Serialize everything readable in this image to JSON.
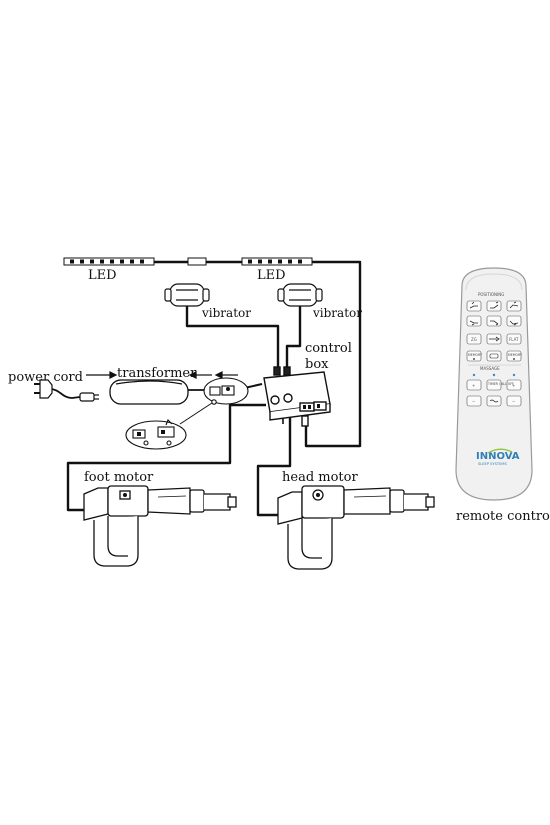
{
  "labels": {
    "led_left": "LED",
    "led_right": "LED",
    "vibrator_left": "vibrator",
    "vibrator_right": "vibrator",
    "control_line1": "control",
    "control_line2": "box",
    "power_cord": "power cord",
    "transformer": "transformer",
    "foot_motor": "foot motor",
    "head_motor": "head motor",
    "remote_control": "remote control"
  },
  "remote": {
    "positioning": "POSITIONING",
    "zg": "ZG",
    "flat": "FLAT",
    "memory_a": "MEMORY",
    "memory_b": "MEMORY",
    "massage": "MASSAGE",
    "timer": "TIMER / ALL OFF",
    "plus": "+",
    "minus": "−",
    "brand": "INNOVA",
    "brand_sub": "SLEEP SYSTEMS"
  },
  "colors": {
    "line": "#111111",
    "remote_body": "#f1f1f1",
    "brand_blue": "#2f7fb8",
    "brand_green": "#8dc63f",
    "indicator_blue": "#2a8fd6"
  }
}
